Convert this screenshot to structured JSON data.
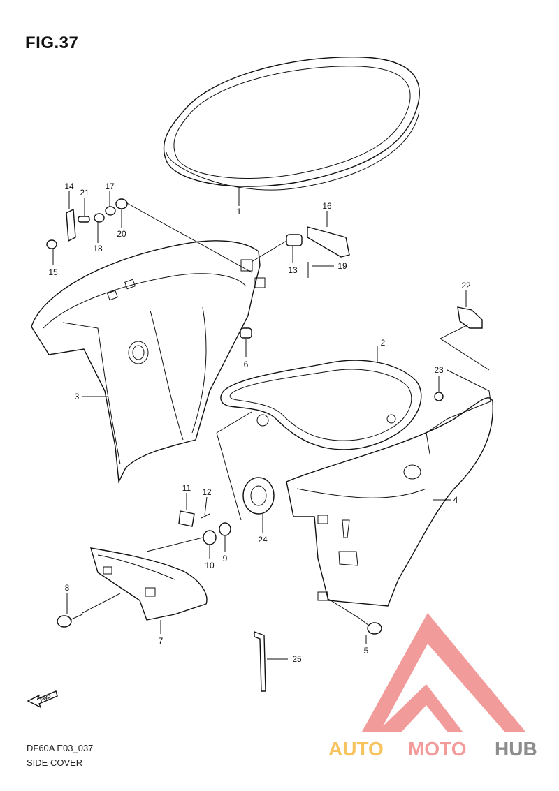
{
  "figure": {
    "title": "FIG.37",
    "code": "DF60A E03_037",
    "name": "SIDE COVER"
  },
  "direction_marker": {
    "label": "FWD"
  },
  "callouts": [
    {
      "id": "1",
      "label": "1"
    },
    {
      "id": "2",
      "label": "2"
    },
    {
      "id": "3",
      "label": "3"
    },
    {
      "id": "4",
      "label": "4"
    },
    {
      "id": "5",
      "label": "5"
    },
    {
      "id": "6",
      "label": "6"
    },
    {
      "id": "7",
      "label": "7"
    },
    {
      "id": "8",
      "label": "8"
    },
    {
      "id": "9",
      "label": "9"
    },
    {
      "id": "10",
      "label": "10"
    },
    {
      "id": "11",
      "label": "11"
    },
    {
      "id": "12",
      "label": "12"
    },
    {
      "id": "13",
      "label": "13"
    },
    {
      "id": "14",
      "label": "14"
    },
    {
      "id": "15",
      "label": "15"
    },
    {
      "id": "16",
      "label": "16"
    },
    {
      "id": "17",
      "label": "17"
    },
    {
      "id": "18",
      "label": "18"
    },
    {
      "id": "19",
      "label": "19"
    },
    {
      "id": "20",
      "label": "20"
    },
    {
      "id": "21",
      "label": "21"
    },
    {
      "id": "22",
      "label": "22"
    },
    {
      "id": "23",
      "label": "23"
    },
    {
      "id": "24",
      "label": "24"
    },
    {
      "id": "25",
      "label": "25"
    }
  ],
  "watermark": {
    "auto": "AUTO",
    "moto": "MOTO",
    "hub": "HUB",
    "colors": {
      "triangle": "#f08a8a",
      "auto": "#f5b942",
      "moto": "#f08a8a",
      "hub": "#7a7a7a"
    }
  }
}
